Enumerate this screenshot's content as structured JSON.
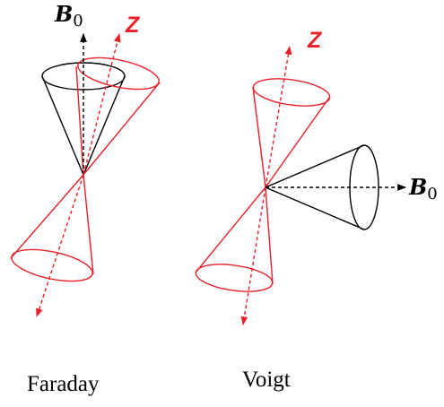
{
  "colors": {
    "field_cone": "#000000",
    "z_cone": "#e8202a",
    "background": "#ffffff"
  },
  "labels": {
    "field_main": "B",
    "field_sub": "0",
    "axis": "Z"
  },
  "panels": [
    {
      "id": "faraday",
      "caption": "Faraday"
    },
    {
      "id": "voigt",
      "caption": "Voigt"
    }
  ]
}
